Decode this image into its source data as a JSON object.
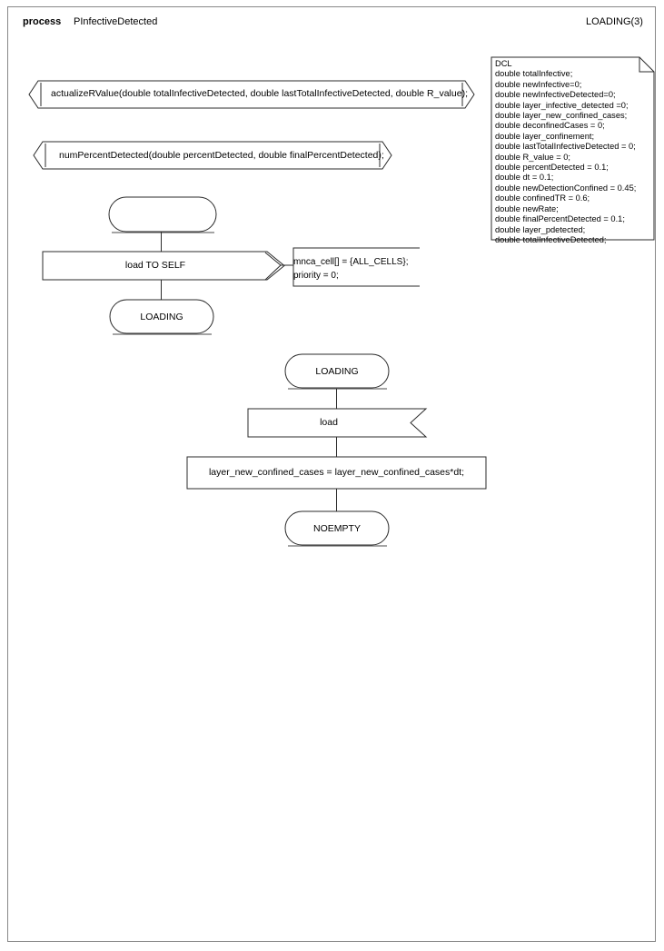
{
  "header": {
    "keyword": "process",
    "process_name": "PInfectiveDetected",
    "page_label": "LOADING(3)"
  },
  "declarations": {
    "dcl_title": "DCL",
    "dcl_block": "DCL\ndouble totalInfective;\ndouble newInfective=0;\ndouble newInfectiveDetected=0;\ndouble layer_infective_detected =0;\ndouble layer_new_confined_cases;\ndouble deconfinedCases = 0;\ndouble layer_confinement;\ndouble lastTotalInfectiveDetected = 0;\ndouble R_value = 0;\ndouble percentDetected = 0.1;\ndouble dt = 0.1;\ndouble newDetectionConfined = 0.45;\ndouble confinedTR = 0.6;\ndouble newRate;\ndouble finalPercentDetected = 0.1;\ndouble layer_pdetected;\ndouble totalInfectiveDetected;",
    "dcl_lines": [
      "DCL",
      "double totalInfective;",
      "double newInfective=0;",
      "double newInfectiveDetected=0;",
      "double layer_infective_detected =0;",
      "double layer_new_confined_cases;",
      "double deconfinedCases = 0;",
      "double layer_confinement;",
      "double lastTotalInfectiveDetected = 0;",
      "double R_value = 0;",
      "double percentDetected = 0.1;",
      "double dt = 0.1;",
      "double newDetectionConfined = 0.45;",
      "double confinedTR = 0.6;",
      "double newRate;",
      "double finalPercentDetected = 0.1;",
      "double layer_pdetected;",
      "double totalInfectiveDetected;"
    ]
  },
  "procedures": [
    {
      "signature": "actualizeRValue(double totalInfectiveDetected, double lastTotalInfectiveDetected, double R_value);"
    },
    {
      "signature": "numPercentDetected(double percentDetected, double finalPercentDetected);"
    }
  ],
  "flow_a": {
    "start_label": "",
    "output_label": "load TO SELF",
    "comment_block": "mnca_cell[] = {ALL_CELLS};\npriority = 0;",
    "comment_lines": [
      "mnca_cell[] = {ALL_CELLS};",
      "priority = 0;"
    ],
    "nextstate_label": "LOADING"
  },
  "flow_b": {
    "state_label": "LOADING",
    "input_label": "load",
    "task_label": "layer_new_confined_cases = layer_new_confined_cases*dt;",
    "nextstate_label": "NOEMPTY"
  },
  "colors": {
    "page_border": "#888888",
    "shape_stroke": "#2b2b2b",
    "shadow_stroke": "#6e6e6e",
    "background": "#ffffff",
    "text": "#000000"
  }
}
